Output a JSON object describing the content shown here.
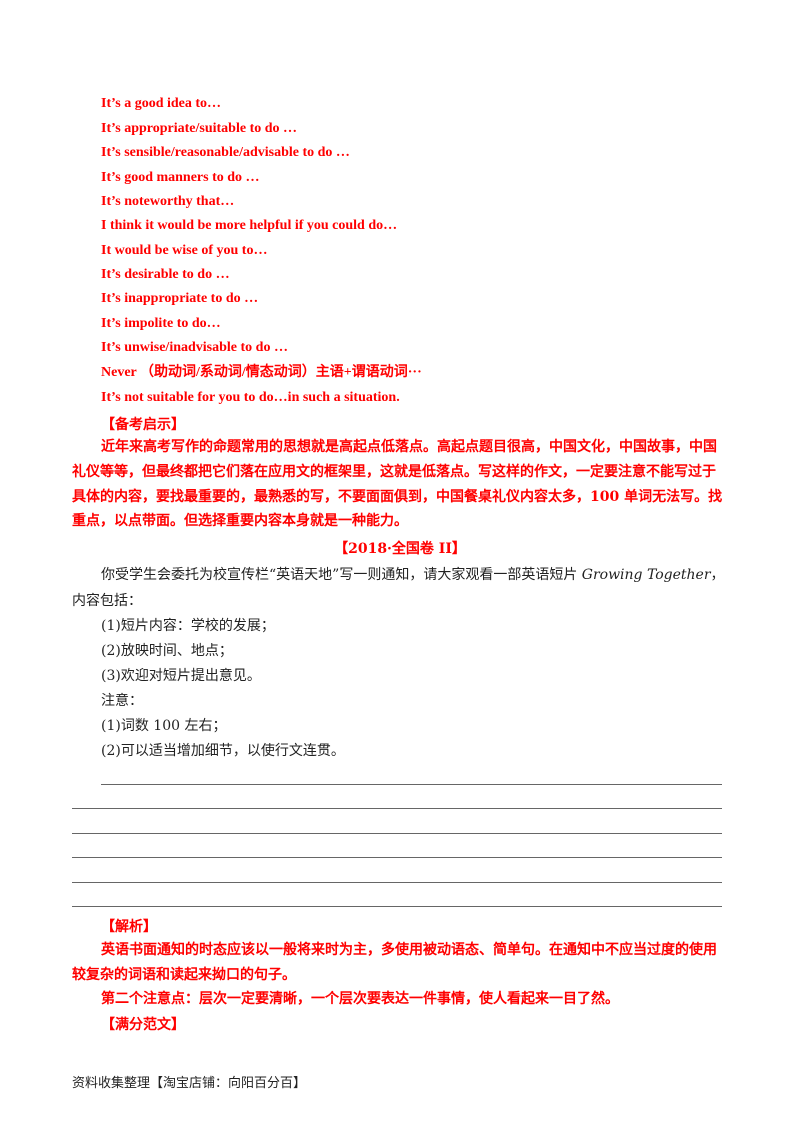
{
  "phrases": [
    "It’s a good idea to…",
    "It’s appropriate/suitable to do …",
    "It’s sensible/reasonable/advisable to do …",
    "It’s good manners to do …",
    "It’s noteworthy that…",
    "I think it would be more helpful if you could do…",
    "It would be wise of you to…",
    "It’s desirable to do …",
    "It’s inappropriate to do …",
    "It’s impolite to do…",
    "It’s unwise/inadvisable to do …",
    "Never （助动词/系动词/情态动词）主语+谓语动词···",
    "It’s not suitable for you to do…in such a    situation."
  ],
  "prep_heading": "【备考启示】",
  "prep_lines": [
    "近年来高考写作的命题常用的思想就是高起点低落点。高起点题目很高，中国文化，中国故事，中国",
    "礼仪等等，但最终都把它们落在应用文的框架里，这就是低落点。写这样的作文，一定要注意不能写过于",
    "具体的内容，要找最重要的，最熟悉的写，不要面面俱到，中国餐桌礼仪内容太多，100 单词无法写。找",
    "重点，以点带面。但选择重要内容本身就是一种能力。"
  ],
  "exam_title": "【2018·全国卷 II】",
  "task": {
    "intro_before": "你受学生会委托为校宣传栏“英语天地”写一则通知，请大家观看一部英语短片 ",
    "film_title": "Growing Together",
    "intro_after": "，",
    "intro_line2": "内容包括：",
    "items": [
      "(1)短片内容：学校的发展；",
      "(2)放映时间、地点；",
      "(3)欢迎对短片提出意见。"
    ],
    "note_label": "注意：",
    "notes": [
      "(1)词数 100 左右；",
      "(2)可以适当增加细节，以使行文连贯。"
    ]
  },
  "analysis_heading": "【解析】",
  "analysis_lines": [
    "英语书面通知的时态应该以一般将来时为主，多使用被动语态、简单句。在通知中不应当过度的使用",
    "较复杂的词语和读起来拗口的句子。",
    "第二个注意点：层次一定要清晰，一个层次要表达一件事情，使人看起来一目了然。"
  ],
  "sample_heading": "【满分范文】",
  "footer": "资料收集整理【淘宝店铺：向阳百分百】"
}
